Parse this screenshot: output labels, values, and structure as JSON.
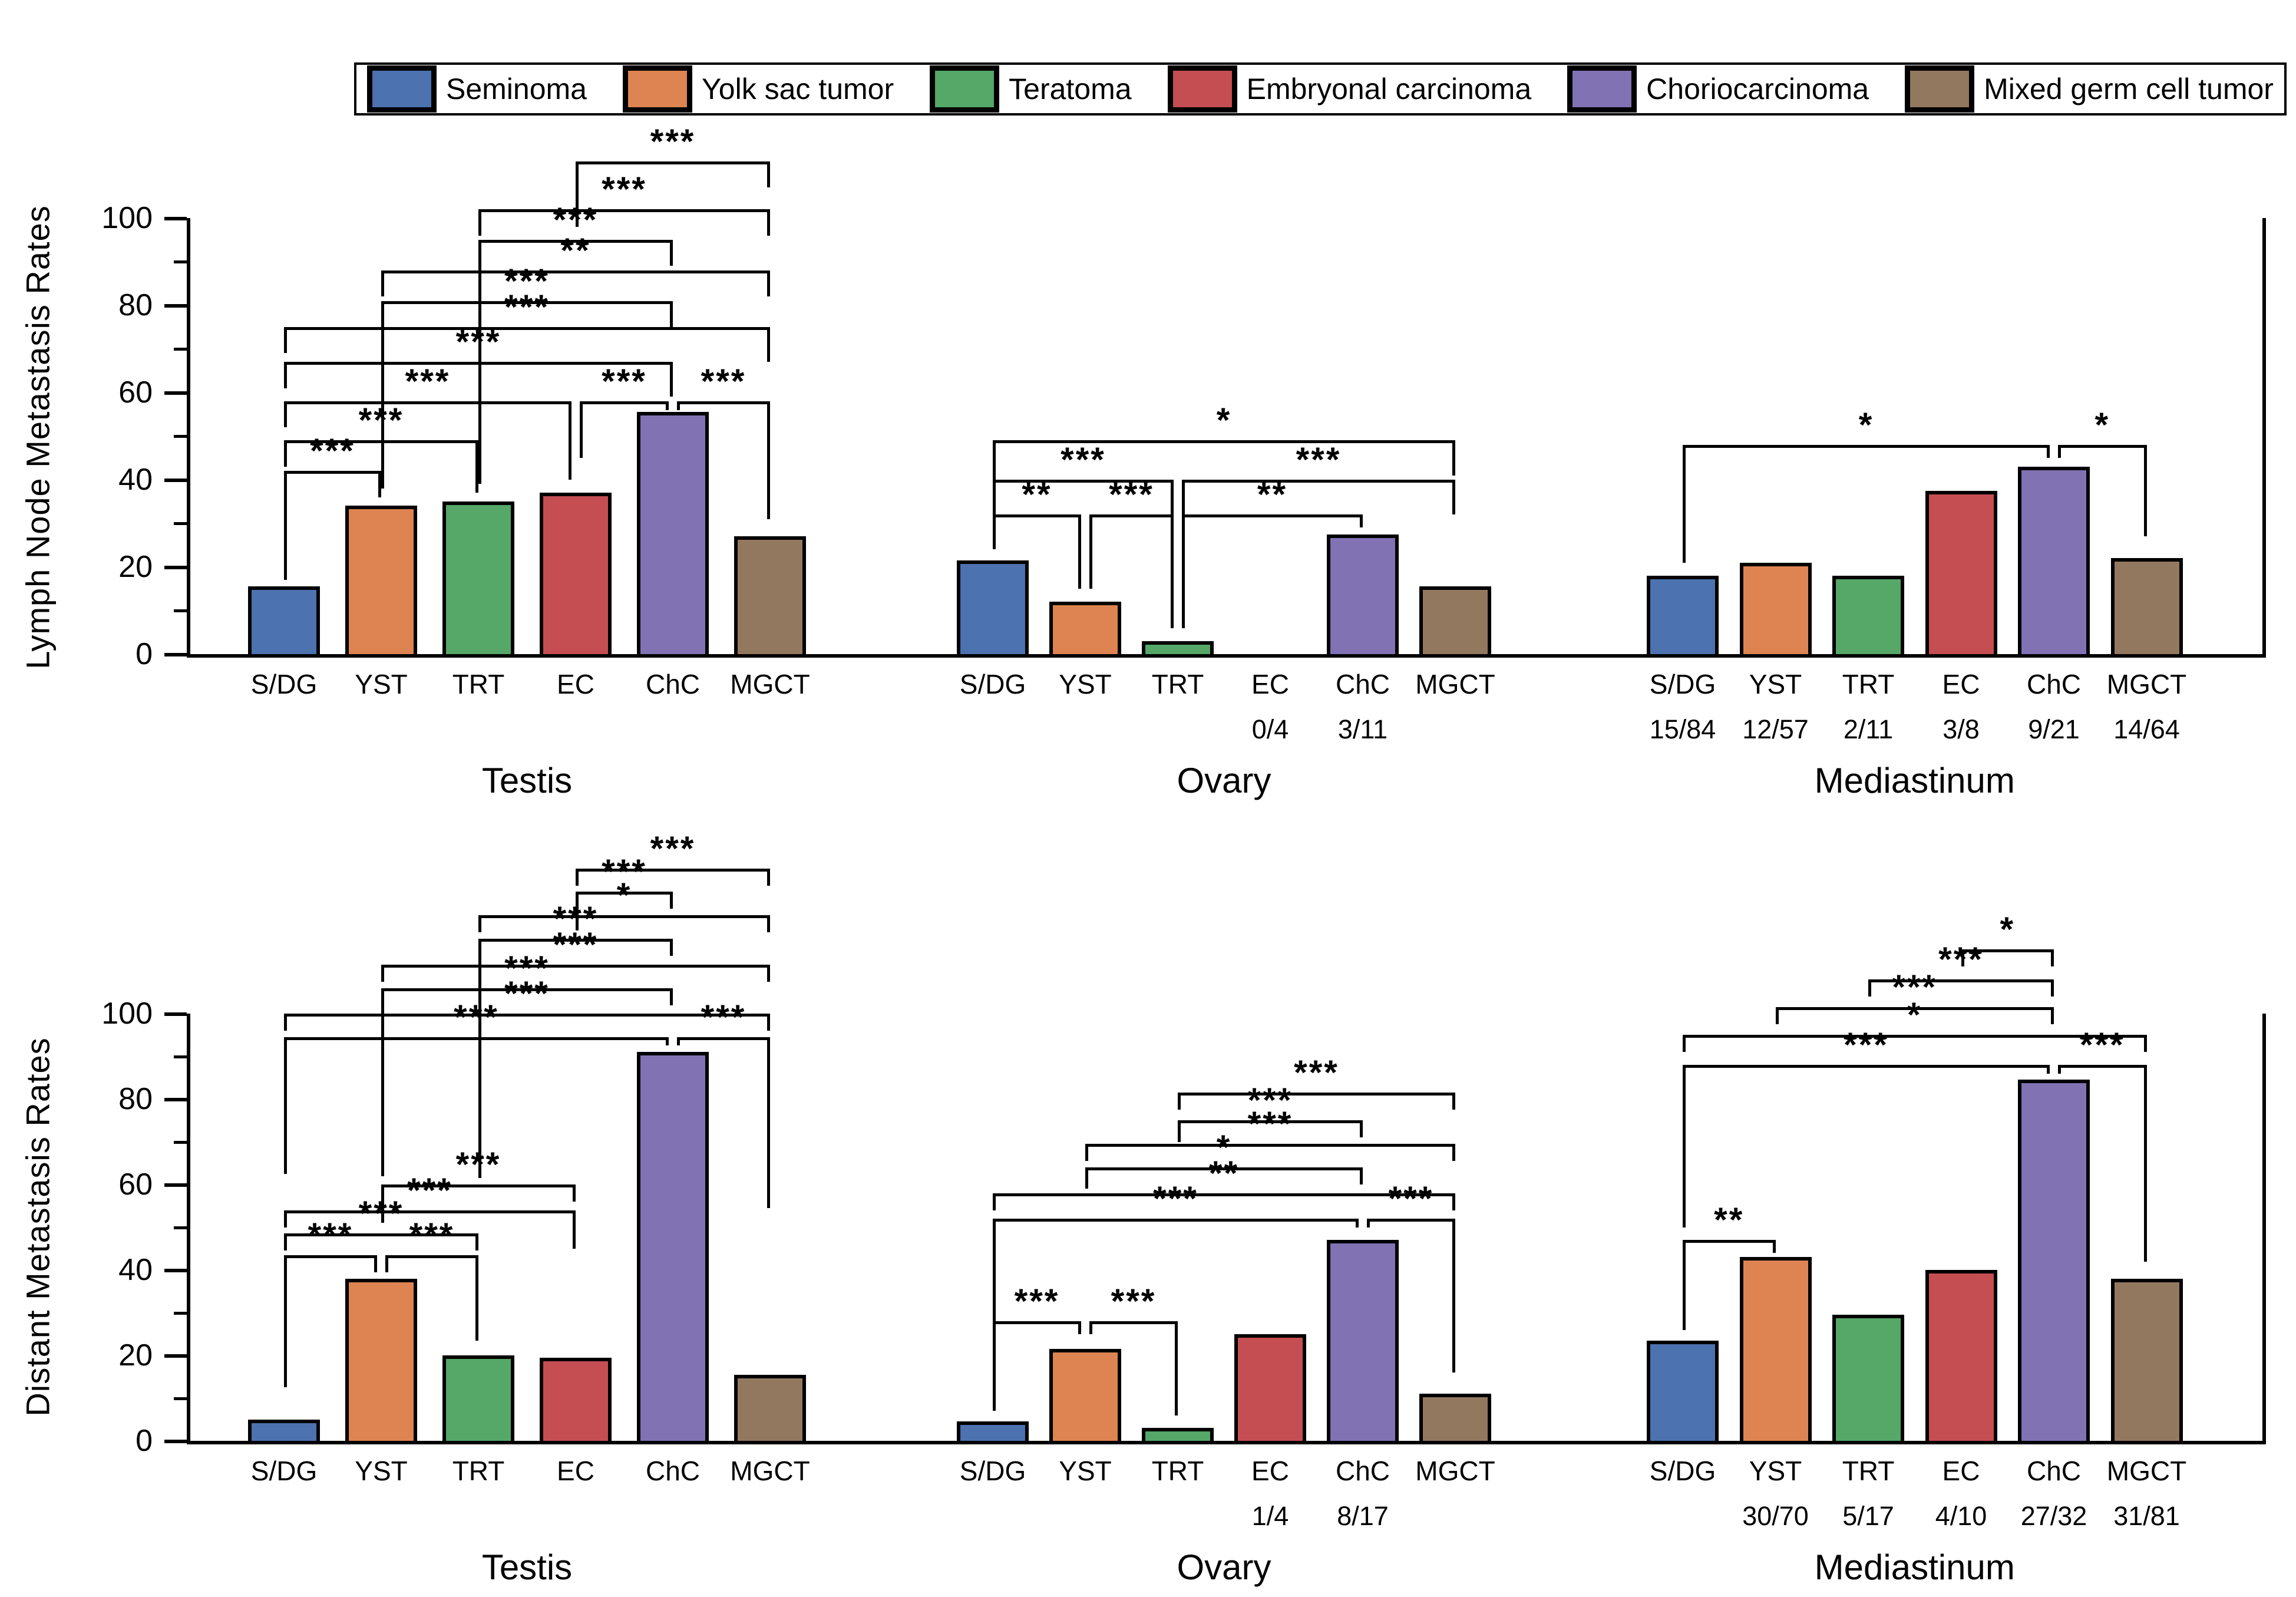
{
  "meta": {
    "y_axis_top_label": "Lymph Node Metastasis Rates",
    "y_axis_bottom_label": "Distant Metastasis Rates"
  },
  "legend": {
    "items": [
      {
        "label": "Seminoma",
        "color": "#4C72B0"
      },
      {
        "label": "Yolk sac tumor",
        "color": "#DD8452"
      },
      {
        "label": "Teratoma",
        "color": "#55A868"
      },
      {
        "label": "Embryonal carcinoma",
        "color": "#C44E52"
      },
      {
        "label": "Choriocarcinoma",
        "color": "#8172B3"
      },
      {
        "label": "Mixed germ cell tumor",
        "color": "#937860"
      }
    ]
  },
  "chart_data": {
    "type": "bar",
    "categories": [
      "S/DG",
      "YST",
      "TRT",
      "EC",
      "ChC",
      "MGCT"
    ],
    "series_colors": [
      "#4C72B0",
      "#DD8452",
      "#55A868",
      "#C44E52",
      "#8172B3",
      "#937860"
    ],
    "ylim": [
      0,
      100
    ],
    "major_ticks": [
      0,
      20,
      40,
      60,
      80,
      100
    ],
    "minor_ticks": [
      10,
      30,
      50,
      70,
      90
    ],
    "grid": false,
    "legend_position": "top",
    "rows": [
      {
        "ylabel": "Lymph Node Metastasis Rates",
        "panels": [
          {
            "title": "Testis",
            "values": [
              15.5,
              34,
              35,
              37,
              55.5,
              27
            ],
            "fractions": [
              null,
              null,
              null,
              null,
              null,
              null
            ],
            "brackets": [
              {
                "a": 0,
                "b": 1,
                "y": 42,
                "label": "***",
                "dl": 25,
                "dr": 6
              },
              {
                "a": 0,
                "b": 2,
                "y": 49,
                "label": "***",
                "dl": 6,
                "dr": 12
              },
              {
                "a": 0,
                "b": 3,
                "y": 58,
                "label": "***",
                "dl": 6,
                "dr": 18,
                "ob": -7
              },
              {
                "a": 3,
                "b": 4,
                "y": 58,
                "label": "***",
                "dl": 13,
                "dr": 2,
                "oa": 7,
                "ob": -7
              },
              {
                "a": 4,
                "b": 5,
                "y": 58,
                "label": "***",
                "dl": 2,
                "dr": 27,
                "oa": 7
              },
              {
                "a": 0,
                "b": 4,
                "y": 67,
                "label": "***",
                "dl": 6,
                "dr": 8
              },
              {
                "a": 0,
                "b": 5,
                "y": 75,
                "label": "***",
                "dl": 6,
                "dr": 8
              },
              {
                "a": 1,
                "b": 4,
                "y": 81,
                "label": "***",
                "dl": 43,
                "dr": 6
              },
              {
                "a": 1,
                "b": 5,
                "y": 88,
                "label": "**",
                "dl": 6,
                "dr": 6
              },
              {
                "a": 2,
                "b": 4,
                "y": 95,
                "label": "***",
                "dl": 56,
                "dr": 6
              },
              {
                "a": 2,
                "b": 5,
                "y": 102,
                "label": "***",
                "dl": 6,
                "dr": 6
              },
              {
                "a": 3,
                "b": 5,
                "y": 113,
                "label": "***",
                "dl": 15,
                "dr": 6
              }
            ]
          },
          {
            "title": "Ovary",
            "values": [
              21.5,
              12,
              3,
              0,
              27.5,
              15.5
            ],
            "fractions": [
              null,
              null,
              null,
              "0/4",
              "3/11",
              null
            ],
            "brackets": [
              {
                "a": 0,
                "b": 1,
                "y": 32,
                "label": "**",
                "dl": 8,
                "dr": 17,
                "ob": -7
              },
              {
                "a": 1,
                "b": 2,
                "y": 32,
                "label": "***",
                "dl": 17,
                "dr": 26,
                "oa": 7,
                "ob": -7
              },
              {
                "a": 2,
                "b": 4,
                "y": 32,
                "label": "**",
                "dl": 26,
                "dr": 3,
                "oa": 7
              },
              {
                "a": 0,
                "b": 2,
                "y": 40,
                "label": "***",
                "dl": 15,
                "dr": 21,
                "ob": -7
              },
              {
                "a": 2,
                "b": 5,
                "y": 40,
                "label": "***",
                "dl": 21,
                "dr": 8,
                "oa": 7
              },
              {
                "a": 0,
                "b": 5,
                "y": 49,
                "label": "*",
                "dl": 25,
                "dr": 8
              }
            ]
          },
          {
            "title": "Mediastinum",
            "values": [
              18,
              21,
              18,
              37.5,
              43,
              22
            ],
            "fractions": [
              "15/84",
              "12/57",
              "2/11",
              "3/8",
              "9/21",
              "14/64"
            ],
            "brackets": [
              {
                "a": 0,
                "b": 4,
                "y": 48,
                "label": "*",
                "dl": 27,
                "dr": 3,
                "ob": -7
              },
              {
                "a": 4,
                "b": 5,
                "y": 48,
                "label": "*",
                "dl": 3,
                "dr": 21,
                "oa": 7
              }
            ]
          }
        ]
      },
      {
        "ylabel": "Distant Metastasis Rates",
        "panels": [
          {
            "title": "Testis",
            "values": [
              5,
              38,
              20,
              19.5,
              91,
              15.5
            ],
            "fractions": [
              null,
              null,
              null,
              null,
              null,
              null
            ],
            "brackets": [
              {
                "a": 0,
                "b": 1,
                "y": 43.5,
                "label": "***",
                "dl": 31,
                "dr": 4,
                "ob": -7
              },
              {
                "a": 1,
                "b": 2,
                "y": 43.5,
                "label": "***",
                "dl": 4,
                "dr": 20,
                "oa": 7
              },
              {
                "a": 0,
                "b": 2,
                "y": 48.5,
                "label": "***",
                "dl": 4,
                "dr": 4
              },
              {
                "a": 0,
                "b": 3,
                "y": 54,
                "label": "***",
                "dl": 4,
                "dr": 9
              },
              {
                "a": 1,
                "b": 3,
                "y": 60,
                "label": "***",
                "dl": 9,
                "dr": 4
              },
              {
                "a": 0,
                "b": 4,
                "y": 94.5,
                "label": "***",
                "dl": 32,
                "dr": 2,
                "ob": -7
              },
              {
                "a": 4,
                "b": 5,
                "y": 94.5,
                "label": "***",
                "dl": 2,
                "dr": 40,
                "oa": 7
              },
              {
                "a": 0,
                "b": 5,
                "y": 100,
                "label": "***",
                "dl": 4,
                "dr": 4
              },
              {
                "a": 1,
                "b": 4,
                "y": 106,
                "label": "***",
                "dl": 44,
                "dr": 4
              },
              {
                "a": 1,
                "b": 5,
                "y": 111.5,
                "label": "***",
                "dl": 4,
                "dr": 4
              },
              {
                "a": 2,
                "b": 4,
                "y": 117.5,
                "label": "***",
                "dl": 56,
                "dr": 4
              },
              {
                "a": 2,
                "b": 5,
                "y": 123,
                "label": "*",
                "dl": 4,
                "dr": 4
              },
              {
                "a": 3,
                "b": 4,
                "y": 128.5,
                "label": "***",
                "dl": 9,
                "dr": 4
              },
              {
                "a": 3,
                "b": 5,
                "y": 134,
                "label": "***",
                "dl": 4,
                "dr": 4
              }
            ]
          },
          {
            "title": "Ovary",
            "values": [
              4.5,
              21.5,
              3,
              25,
              47,
              11
            ],
            "fractions": [
              null,
              null,
              null,
              "1/4",
              "8/17",
              null
            ],
            "brackets": [
              {
                "a": 0,
                "b": 1,
                "y": 28,
                "label": "***",
                "dl": 21,
                "dr": 3,
                "ob": -7
              },
              {
                "a": 1,
                "b": 2,
                "y": 28,
                "label": "***",
                "dl": 3,
                "dr": 22,
                "oa": 7
              },
              {
                "a": 0,
                "b": 4,
                "y": 52,
                "label": "***",
                "dl": 28,
                "dr": 2,
                "ob": -7
              },
              {
                "a": 4,
                "b": 5,
                "y": 52,
                "label": "***",
                "dl": 2,
                "dr": 36,
                "oa": 7
              },
              {
                "a": 0,
                "b": 5,
                "y": 58,
                "label": "**",
                "dl": 4,
                "dr": 4
              },
              {
                "a": 1,
                "b": 4,
                "y": 64,
                "label": "*",
                "dl": 5,
                "dr": 4
              },
              {
                "a": 1,
                "b": 5,
                "y": 69.5,
                "label": "***",
                "dl": 4,
                "dr": 4
              },
              {
                "a": 2,
                "b": 4,
                "y": 75,
                "label": "***",
                "dl": 5,
                "dr": 4
              },
              {
                "a": 2,
                "b": 5,
                "y": 81.5,
                "label": "***",
                "dl": 4,
                "dr": 4
              }
            ]
          },
          {
            "title": "Mediastinum",
            "values": [
              23.5,
              43,
              29.5,
              40,
              84.5,
              38
            ],
            "fractions": [
              null,
              "30/70",
              "5/17",
              "4/10",
              "27/32",
              "31/81"
            ],
            "brackets": [
              {
                "a": 0,
                "b": 1,
                "y": 47,
                "label": "**",
                "dl": 21,
                "dr": 3
              },
              {
                "a": 0,
                "b": 4,
                "y": 88,
                "label": "***",
                "dl": 38,
                "dr": 2,
                "ob": -7
              },
              {
                "a": 4,
                "b": 5,
                "y": 88,
                "label": "***",
                "dl": 2,
                "dr": 46,
                "oa": 7
              },
              {
                "a": 0,
                "b": 5,
                "y": 95,
                "label": "*",
                "dl": 4,
                "dr": 4
              },
              {
                "a": 1,
                "b": 4,
                "y": 101.5,
                "label": "***",
                "dl": 4,
                "dr": 4
              },
              {
                "a": 2,
                "b": 4,
                "y": 108,
                "label": "***",
                "dl": 4,
                "dr": 4
              },
              {
                "a": 3,
                "b": 4,
                "y": 115,
                "label": "*",
                "dl": 4,
                "dr": 4
              }
            ]
          }
        ]
      }
    ]
  }
}
